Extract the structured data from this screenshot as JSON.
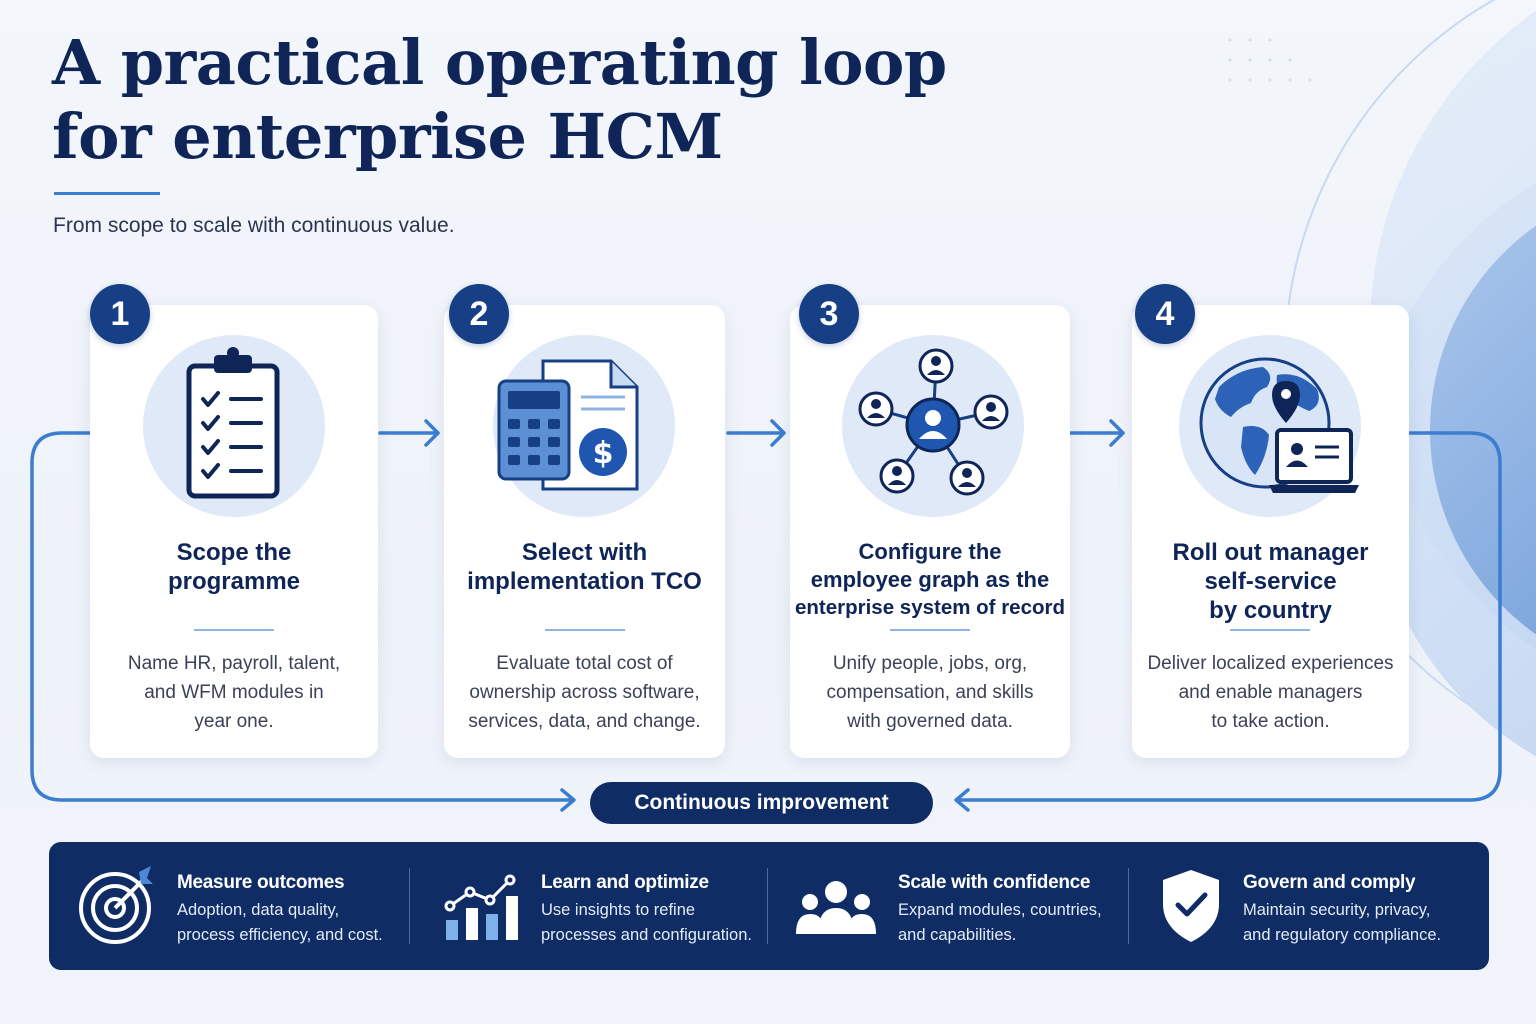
{
  "header": {
    "title_line1": "A practical operating loop",
    "title_line2": "for enterprise HCM",
    "subtitle": "From scope to scale with continuous value."
  },
  "steps": [
    {
      "number": "1",
      "icon": "clipboard-checklist-icon",
      "title_line1": "Scope the",
      "title_line2": "programme",
      "title_line3": "",
      "desc_line1": "Name HR, payroll, talent,",
      "desc_line2": "and WFM modules in",
      "desc_line3": "year one."
    },
    {
      "number": "2",
      "icon": "calculator-document-icon",
      "title_line1": "Select with",
      "title_line2": "implementation TCO",
      "title_line3": "",
      "desc_line1": "Evaluate total cost of",
      "desc_line2": "ownership across software,",
      "desc_line3": "services, data, and change."
    },
    {
      "number": "3",
      "icon": "employee-network-icon",
      "title_line1": "Configure the",
      "title_line2": "employee graph as the",
      "title_line3": "enterprise system of record",
      "desc_line1": "Unify people, jobs, org,",
      "desc_line2": "compensation, and skills",
      "desc_line3": "with governed data."
    },
    {
      "number": "4",
      "icon": "globe-laptop-icon",
      "title_line1": "Roll out manager",
      "title_line2": "self-service",
      "title_line3": "by country",
      "desc_line1": "Deliver localized experiences",
      "desc_line2": "and enable managers",
      "desc_line3": "to take action."
    }
  ],
  "loop": {
    "label": "Continuous improvement"
  },
  "banner": [
    {
      "icon": "target-icon",
      "title": "Measure outcomes",
      "desc_line1": "Adoption, data quality,",
      "desc_line2": "process efficiency, and cost."
    },
    {
      "icon": "growth-chart-icon",
      "title": "Learn and optimize",
      "desc_line1": "Use insights to refine",
      "desc_line2": "processes and configuration."
    },
    {
      "icon": "people-group-icon",
      "title": "Scale with confidence",
      "desc_line1": "Expand modules, countries,",
      "desc_line2": "and capabilities."
    },
    {
      "icon": "shield-check-icon",
      "title": "Govern and comply",
      "desc_line1": "Maintain security, privacy,",
      "desc_line2": "and regulatory compliance."
    }
  ],
  "colors": {
    "navy": "#0f2d64",
    "badge": "#173f86",
    "accent": "#3b7dd0",
    "icon_bg": "#dfe9f7"
  }
}
